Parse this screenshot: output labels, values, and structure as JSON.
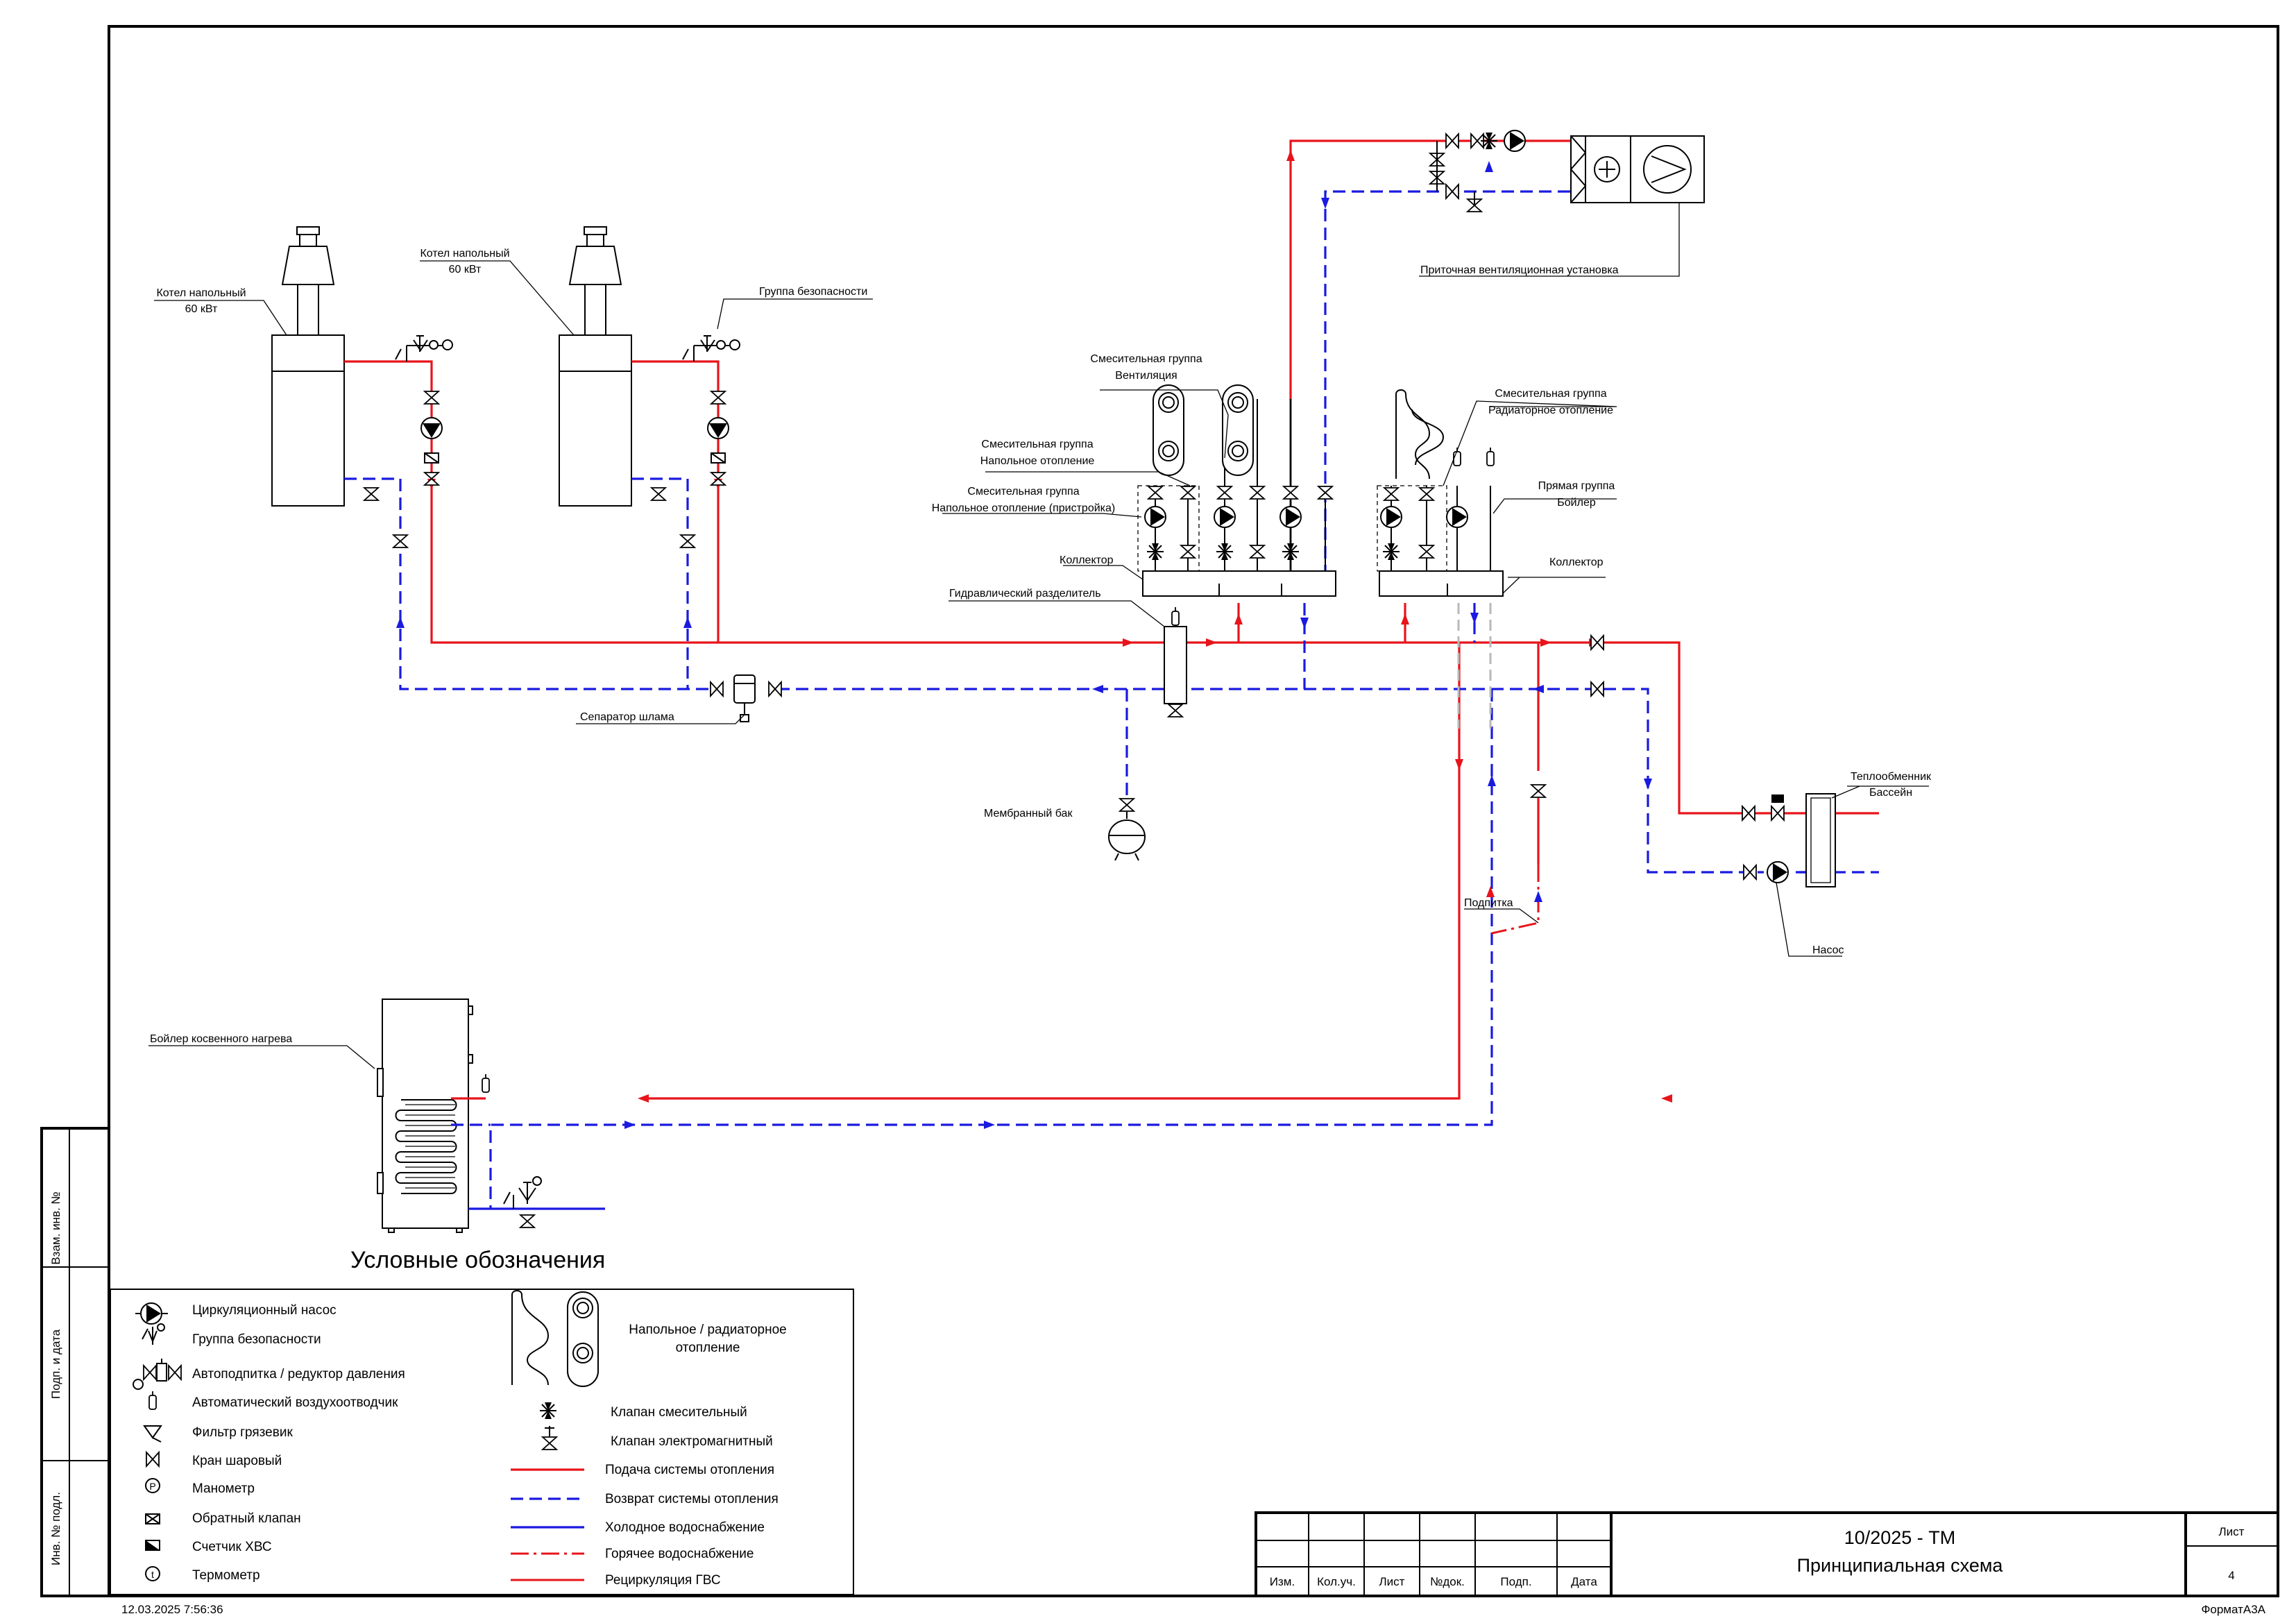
{
  "labels": {
    "boiler1": [
      "Котел напольный",
      "60 кВт"
    ],
    "boiler2": [
      "Котел напольный",
      "60 кВт"
    ],
    "safety_group": "Группа безопасности",
    "separator": "Сепаратор шлама",
    "hydro_splitter": "Гидравлический разделитель",
    "membrane_tank": "Мембранный бак",
    "mix_vent": [
      "Смесительная группа",
      "Вентиляция"
    ],
    "mix_floor": [
      "Смесительная группа",
      "Напольное отопление"
    ],
    "mix_floor_ext": [
      "Смесительная группа",
      "Напольное отопление (пристройка)"
    ],
    "collector_left": "Коллектор",
    "mix_radiator": [
      "Смесительная группа",
      "Радиаторное отопление"
    ],
    "direct_boiler": [
      "Прямая группа",
      "Бойлер"
    ],
    "collector_right": "Коллектор",
    "vent_unit": "Приточная вентиляционная установка",
    "heat_exchanger": [
      "Теплообменник",
      "Бассейн"
    ],
    "pump": "Насос",
    "feed": "Подпитка",
    "indirect_boiler": "Бойлер косвенного нагрева"
  },
  "legend": {
    "title": "Условные обозначения",
    "left_items": [
      {
        "icon": "pump-icon",
        "label": "Циркуляционный насос"
      },
      {
        "icon": "safety-group-icon",
        "label": "Группа безопасности"
      },
      {
        "icon": "autofeed-icon",
        "label": "Автоподпитка / редуктор давления"
      },
      {
        "icon": "air-vent-icon",
        "label": "Автоматический воздухоотводчик"
      },
      {
        "icon": "strainer-icon",
        "label": "Фильтр грязевик"
      },
      {
        "icon": "ball-valve-icon",
        "label": "Кран шаровый"
      },
      {
        "icon": "manometer-icon",
        "label": "Манометр"
      },
      {
        "icon": "check-valve-icon",
        "label": "Обратный клапан"
      },
      {
        "icon": "water-meter-icon",
        "label": "Счетчик ХВС"
      },
      {
        "icon": "thermometer-icon",
        "label": "Термометр"
      }
    ],
    "heater_label": [
      "Напольное / радиаторное",
      "отопление"
    ],
    "mix_valve": "Клапан смесительный",
    "solenoid_valve": "Клапан электромагнитный",
    "lines": [
      {
        "style": "supply",
        "label": "Подача системы отопления"
      },
      {
        "style": "return",
        "label": "Возврат системы отопления"
      },
      {
        "style": "cold",
        "label": "Холодное водоснабжение"
      },
      {
        "style": "hot",
        "label": "Горячее водоснабжение"
      },
      {
        "style": "recirc",
        "label": "Рециркуляция ГВС"
      }
    ]
  },
  "stamp": {
    "headers": [
      "Изм.",
      "Кол.уч.",
      "Лист",
      "№док.",
      "Подп.",
      "Дата"
    ],
    "code": "10/2025 - ТМ",
    "title": "Принципиальная схема",
    "sheet_label": "Лист",
    "sheet_no": "4"
  },
  "side": [
    "Взам. инв. №",
    "Подп. и дата",
    "Инв. № подл."
  ],
  "footer": {
    "datetime": "12.03.2025 7:56:36",
    "format": "ФорматA3A"
  },
  "colors": {
    "supply": "#e8141b",
    "return": "#1a1ae0",
    "cold": "#1a1ae0",
    "hot": "#e8141b"
  }
}
